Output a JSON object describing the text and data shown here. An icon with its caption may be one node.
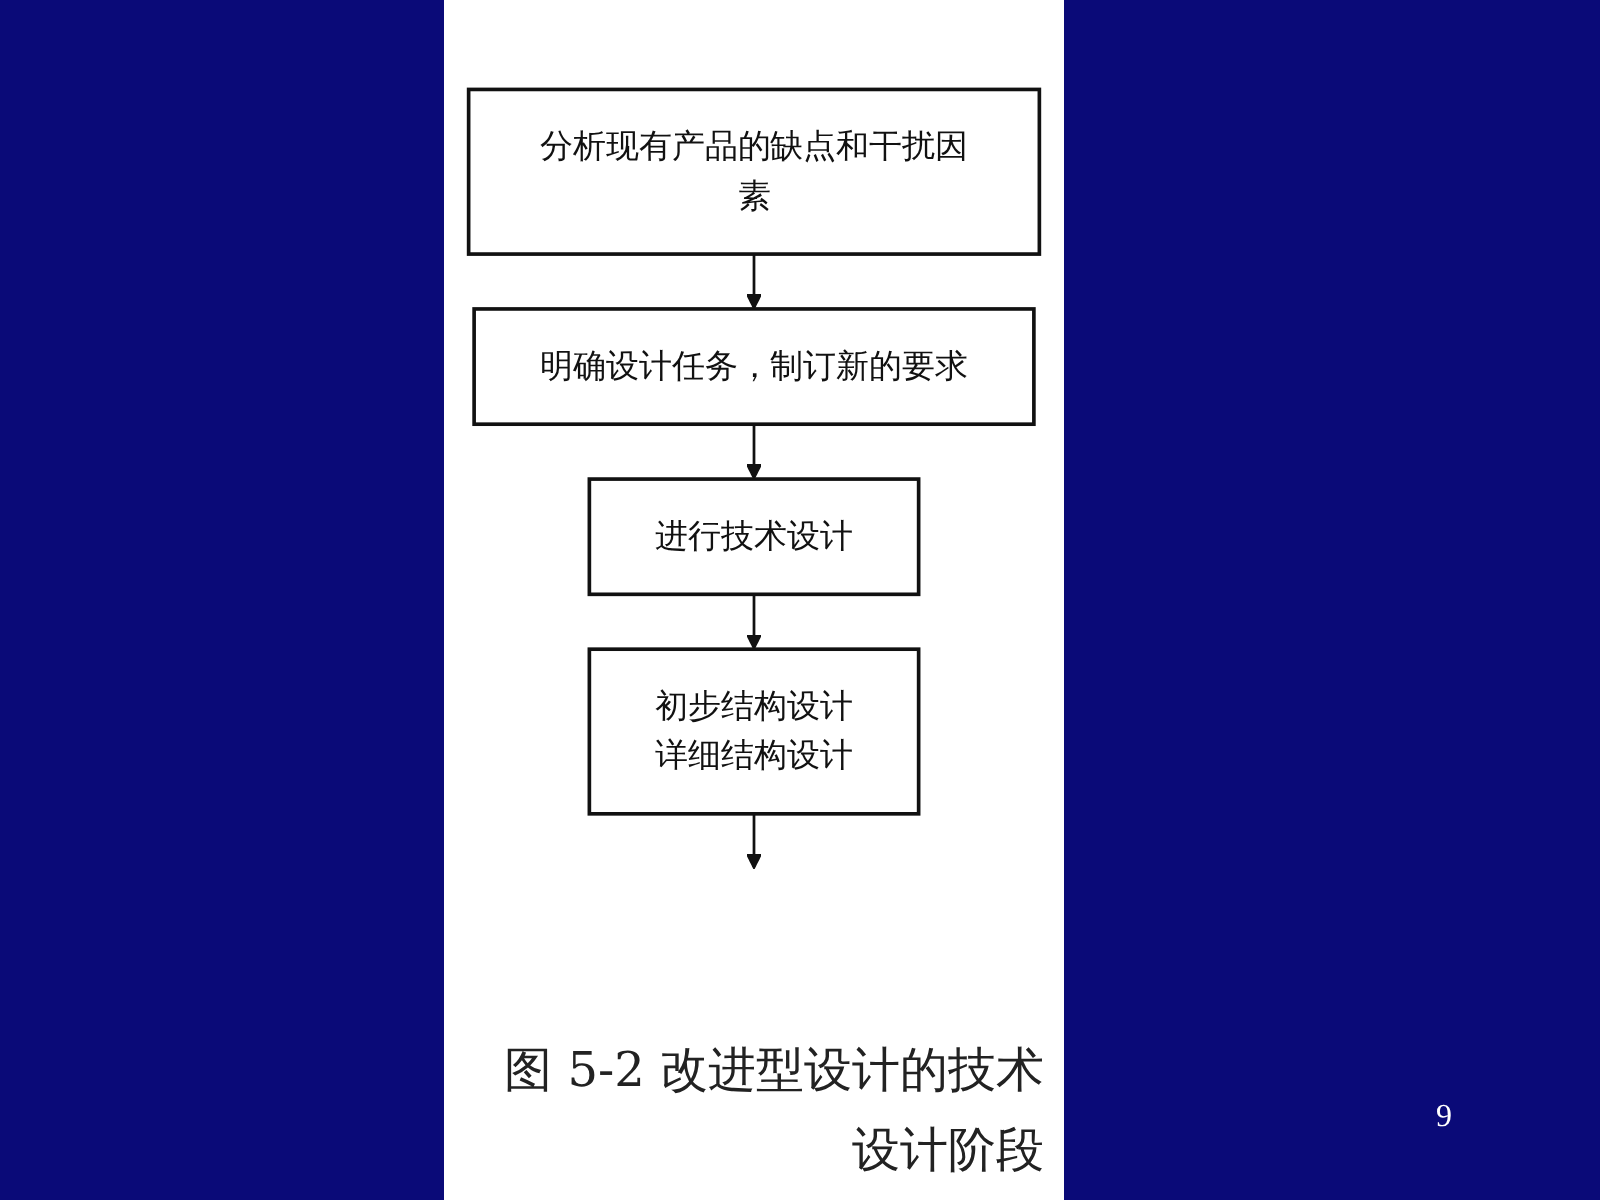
{
  "diagram": {
    "caption": "图 5-2 改进型设计的技术设计阶段",
    "nodes": [
      {
        "text": [
          "分析现有产品的缺点和干扰因素"
        ]
      },
      {
        "text": [
          "明确设计任务，制订新的要求"
        ]
      },
      {
        "text": [
          "进行技术设计"
        ]
      },
      {
        "text": [
          "初步结构设计",
          "详细结构设计"
        ]
      }
    ],
    "edges": [
      {
        "from": 0,
        "to": 1,
        "arrow": "to"
      },
      {
        "from": 1,
        "to": 2,
        "arrow": "to"
      },
      {
        "from": 2,
        "to": 3,
        "arrow": "to"
      },
      {
        "from": 3,
        "to": null,
        "arrow": "to"
      }
    ],
    "labels": [
      "9"
    ]
  }
}
